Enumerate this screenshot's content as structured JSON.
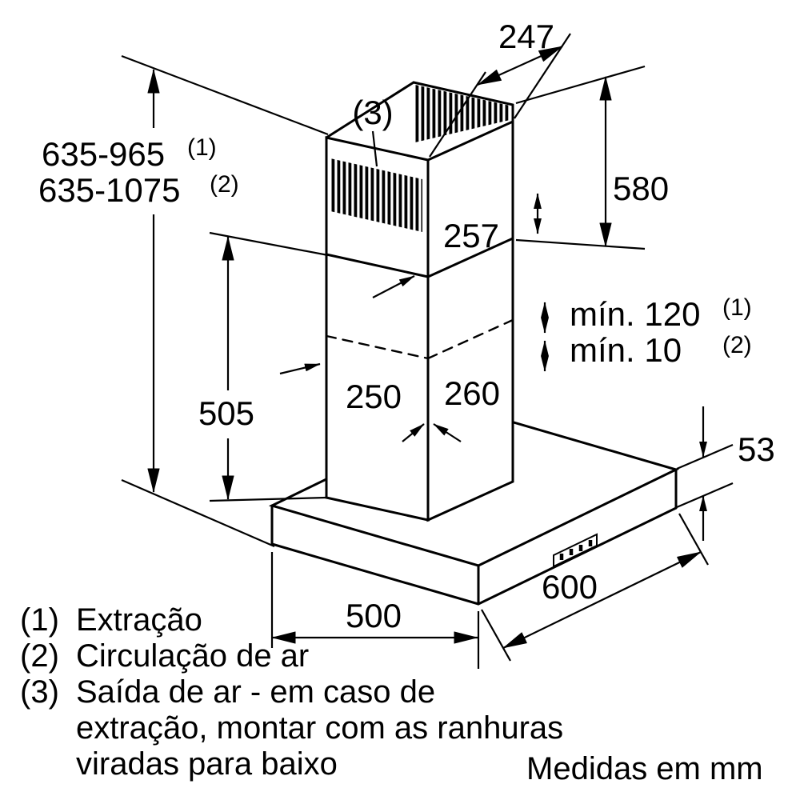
{
  "page": {
    "background": "#ffffff",
    "line_color": "#000000",
    "subject": "Wall-mounted chimney cooker hood installation dimension drawing"
  },
  "diagram": {
    "dims": {
      "top_depth": "247",
      "vent_ref": "(3)",
      "height_extraction": "635-965",
      "height_extraction_ref": "(1)",
      "height_recirculation": "635-1075",
      "height_recirculation_ref": "(2)",
      "upper_chimney_height": "580",
      "chimney_offset": "257",
      "min_overlap_extraction": "mín. 120",
      "min_overlap_extraction_ref": "(1)",
      "min_overlap_recirculation": "mín. 10",
      "min_overlap_recirculation_ref": "(2)",
      "lower_chimney_height": "505",
      "chimney_width": "250",
      "chimney_depth": "260",
      "body_height": "53",
      "body_width": "500",
      "body_depth": "600"
    },
    "legend": {
      "item1_ref": "(1)",
      "item1_text": "Extração",
      "item2_ref": "(2)",
      "item2_text": "Circulação de ar",
      "item3_ref": "(3)",
      "item3_text": "Saída de ar - em caso de",
      "item3_cont1": "extração, montar com as ranhuras",
      "item3_cont2": "viradas para baixo"
    },
    "footer_note": "Medidas em mm"
  }
}
